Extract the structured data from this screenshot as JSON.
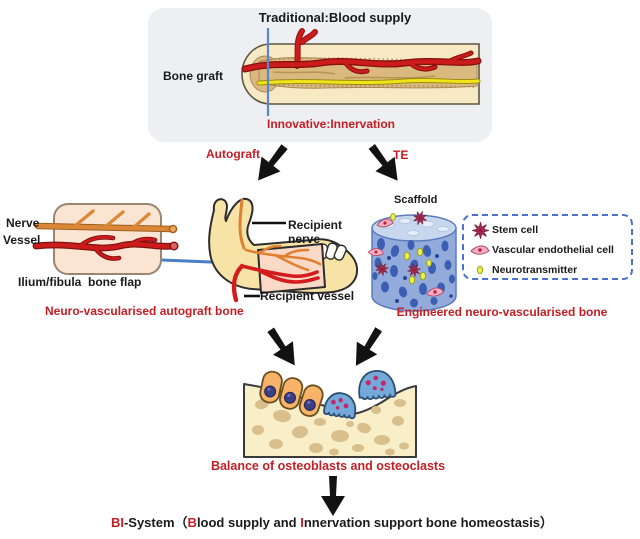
{
  "colors": {
    "accent_red": "#c41e24",
    "text_black": "#1a1a1a",
    "box_gray": "#edeff3",
    "vessel_red": "#cc1b1b",
    "nerve_orange": "#e08030",
    "nerve_yellow": "#f2e418",
    "scaffold_blue": "#93abdb",
    "legend_border_blue": "#4a72c8",
    "bone_cream": "#f8e3a6",
    "arrow_blue": "#4a7ec6"
  },
  "top_box": {
    "title": "Traditional:Blood supply",
    "bone_graft_label": "Bone graft",
    "subtitle": "Innovative:Innervation"
  },
  "branches": {
    "autograft_label": "Autograft",
    "te_label": "TE"
  },
  "autograft_panel": {
    "nerve_label": "Nerve",
    "vessel_label": "Vessel",
    "flap_caption": "Ilium/fibula  bone flap",
    "recipient_nerve_label": "Recipient nerve",
    "recipient_vessel_label": "Recipient vessel",
    "caption": "Neuro-vascularised autograft bone"
  },
  "te_panel": {
    "scaffold_label": "Scaffold",
    "legend_items": [
      {
        "icon": "stem-cell-icon",
        "label": "Stem cell"
      },
      {
        "icon": "vascular-endothelial-cell-icon",
        "label": "Vascular endothelial cell"
      },
      {
        "icon": "neurotransmitter-icon",
        "label": "Neurotransmitter"
      }
    ],
    "caption": "Engineered neuro-vascularised bone"
  },
  "balance_caption": "Balance of osteoblasts and osteoclasts",
  "bottom_line": {
    "bi": "BI",
    "system": "-System（",
    "b": "B",
    "blood_supply": "lood supply and ",
    "i": "I",
    "innervation": "nnervation support bone homeostasis）"
  }
}
